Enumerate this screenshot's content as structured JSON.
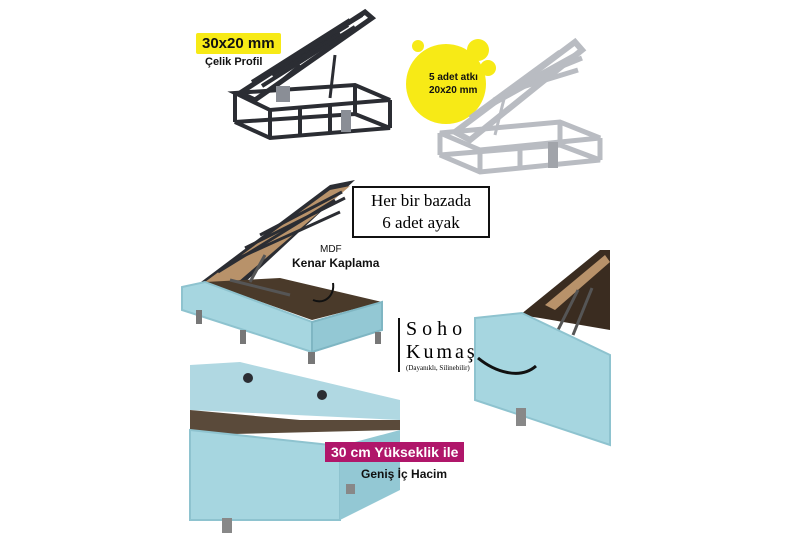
{
  "top_left": {
    "profile_size": "30x20 mm",
    "profile_name": "Çelik Profil"
  },
  "top_right": {
    "line1": "5 adet atkı",
    "line2": "20x20 mm"
  },
  "middle": {
    "legs_line1": "Her bir bazada",
    "legs_line2": "6 adet ayak",
    "mdf": "MDF",
    "edge": "Kenar Kaplama"
  },
  "right_panel": {
    "brand_line1": "Soho",
    "brand_line2": "Kumaş",
    "brand_note": "(Dayanıklı, Silinebilir)"
  },
  "bottom": {
    "height_label": "30 cm Yükseklik ile",
    "volume_label": "Geniş İç Hacim"
  },
  "colors": {
    "fabric": "#a6d6e0",
    "frame_dark": "#2b2d33",
    "frame_grey": "#b9bcc2",
    "yellow": "#f7ea16",
    "pink": "#b0166a",
    "wood": "#b8926a"
  }
}
